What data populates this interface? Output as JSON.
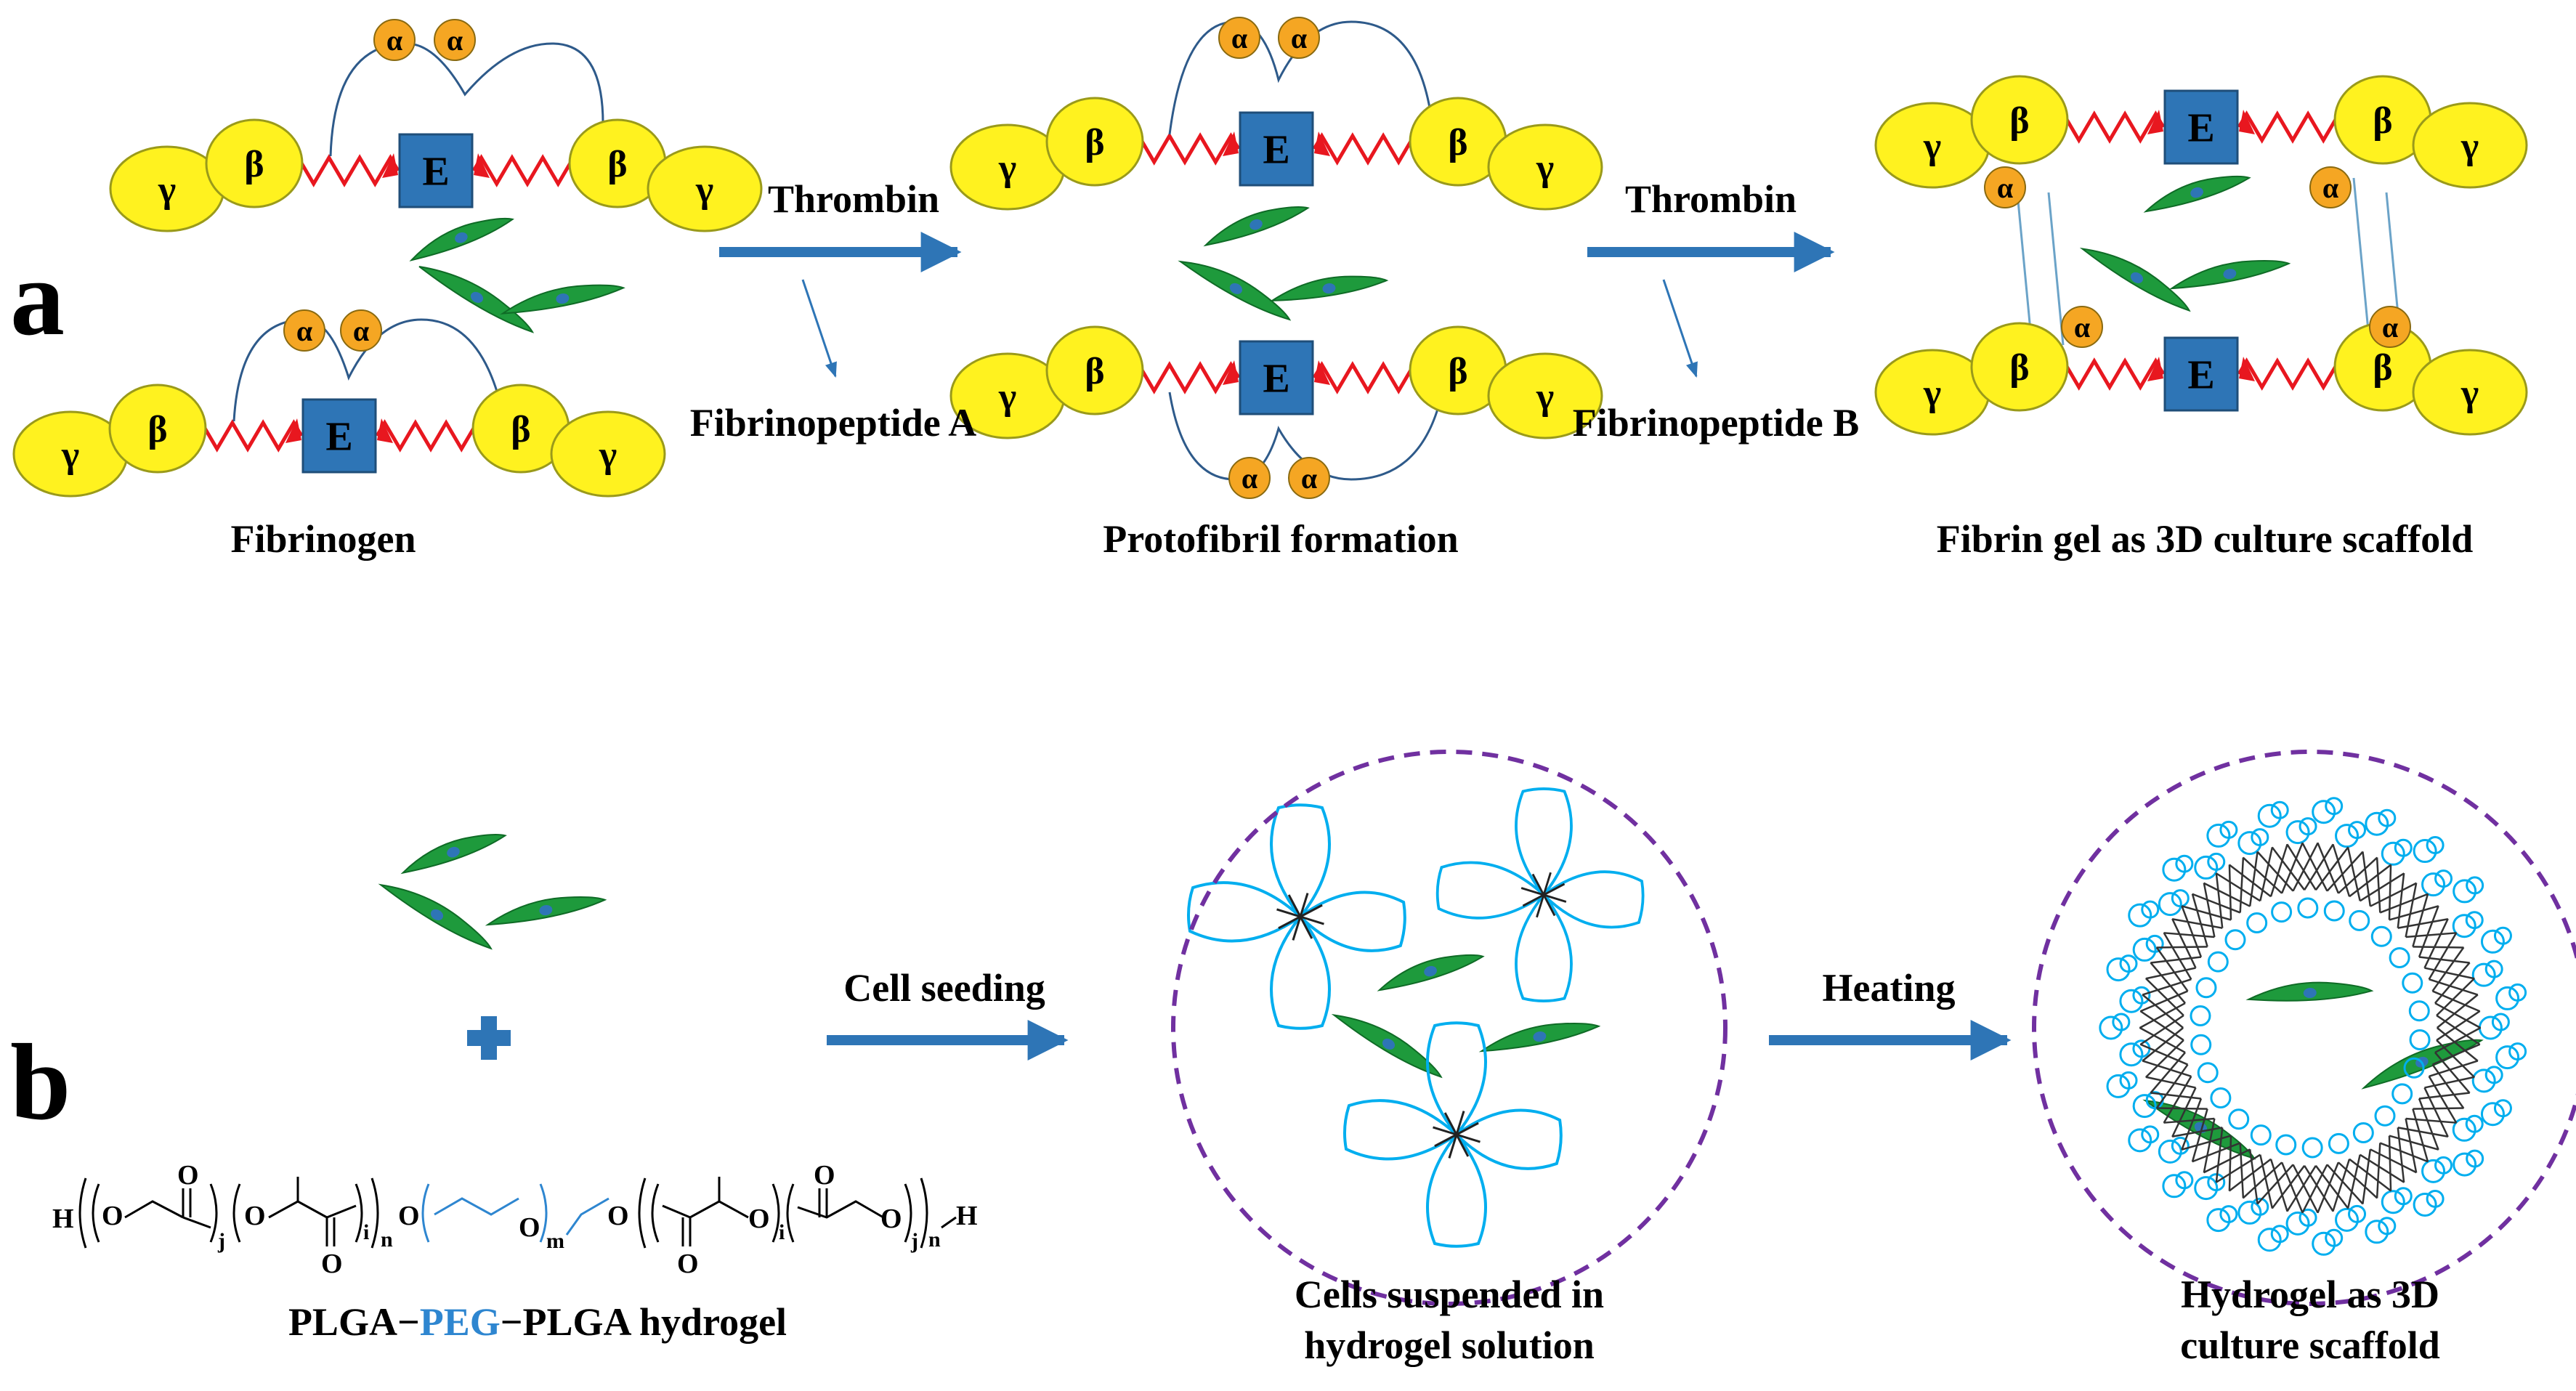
{
  "panels": {
    "a": "a",
    "b": "b"
  },
  "nodes": {
    "gamma": "γ",
    "beta": "β",
    "alpha": "α",
    "E": "E"
  },
  "panel_a": {
    "step1_label": "Fibrinogen",
    "step2_label": "Protofibril formation",
    "step3_label": "Fibrin gel as 3D culture scaffold",
    "arrow1_label": "Thrombin",
    "arrow1_byproduct": "Fibrinopeptide A",
    "arrow2_label": "Thrombin",
    "arrow2_byproduct": "Fibrinopeptide B"
  },
  "panel_b": {
    "plus_symbol": "+",
    "polymer_caption_part1": "PLGA−",
    "polymer_caption_part2": "PEG",
    "polymer_caption_part3": "−PLGA hydrogel",
    "arrow1_label": "Cell seeding",
    "arrow2_label": "Heating",
    "circle1_caption_line1": "Cells suspended in",
    "circle1_caption_line2": "hydrogel solution",
    "circle2_caption_line1": "Hydrogel as 3D",
    "circle2_caption_line2": "culture scaffold"
  },
  "chem": {
    "H": "H",
    "O": "O",
    "j": "j",
    "i": "i",
    "n": "n",
    "m": "m"
  },
  "colors": {
    "node_fill": "#FFF21F",
    "node_stroke": "#9A9A1A",
    "alpha_fill": "#F5A623",
    "E_fill": "#2E75B6",
    "linker": "#E8171F",
    "arrow": "#2E75B6",
    "cell": "#1E9A3C",
    "nucleus": "#2E75B6",
    "polymer": "#00AEEF",
    "circle_dash": "#7030A0",
    "peg_text": "#2E86D0"
  }
}
